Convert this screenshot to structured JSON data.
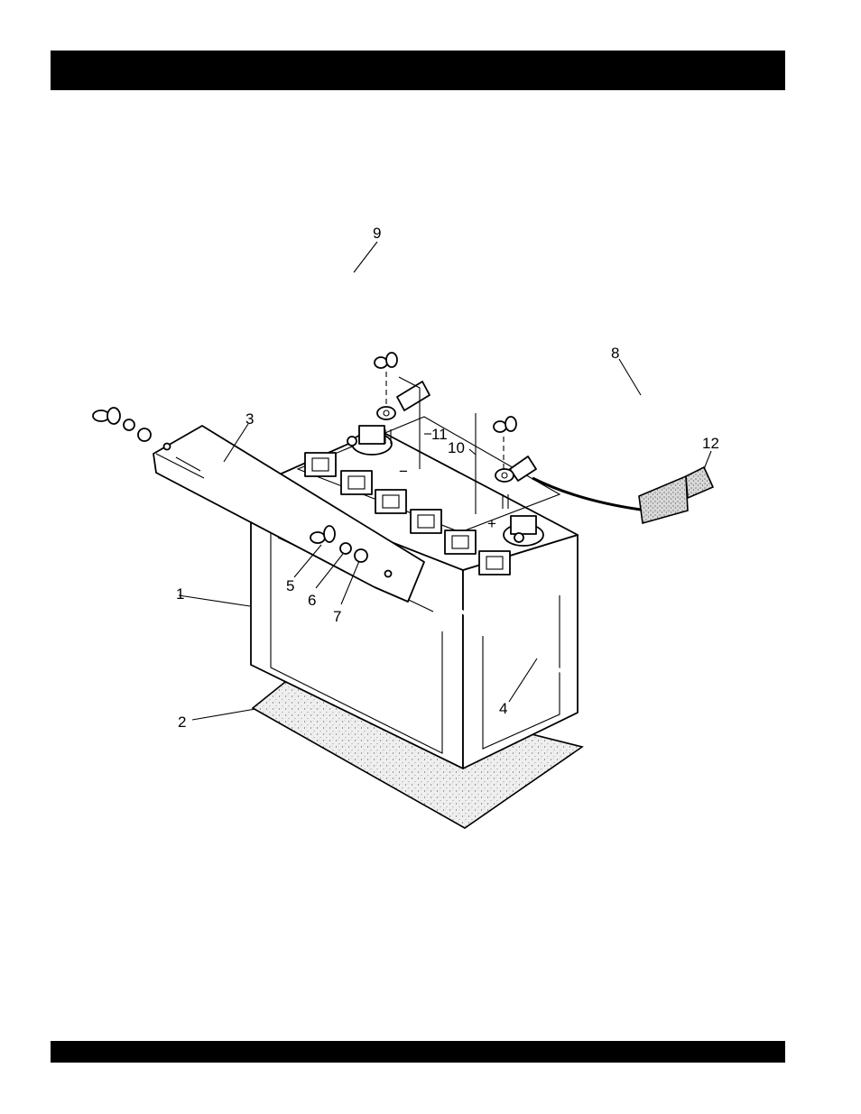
{
  "callouts": [
    {
      "id": "1",
      "label": "1"
    },
    {
      "id": "2",
      "label": "2"
    },
    {
      "id": "3",
      "label": "3"
    },
    {
      "id": "4",
      "label": "4"
    },
    {
      "id": "5",
      "label": "5"
    },
    {
      "id": "6",
      "label": "6"
    },
    {
      "id": "7",
      "label": "7"
    },
    {
      "id": "8",
      "label": "8"
    },
    {
      "id": "9",
      "label": "9"
    },
    {
      "id": "10",
      "label": "10"
    },
    {
      "id": "11",
      "label": "11"
    },
    {
      "id": "12",
      "label": "12"
    }
  ],
  "terminals": {
    "negative": "−",
    "positive": "+"
  },
  "colors": {
    "bars": "#000000",
    "ink": "#000000",
    "pad": "#e6e6e6",
    "boot": "#cfcfcf"
  }
}
